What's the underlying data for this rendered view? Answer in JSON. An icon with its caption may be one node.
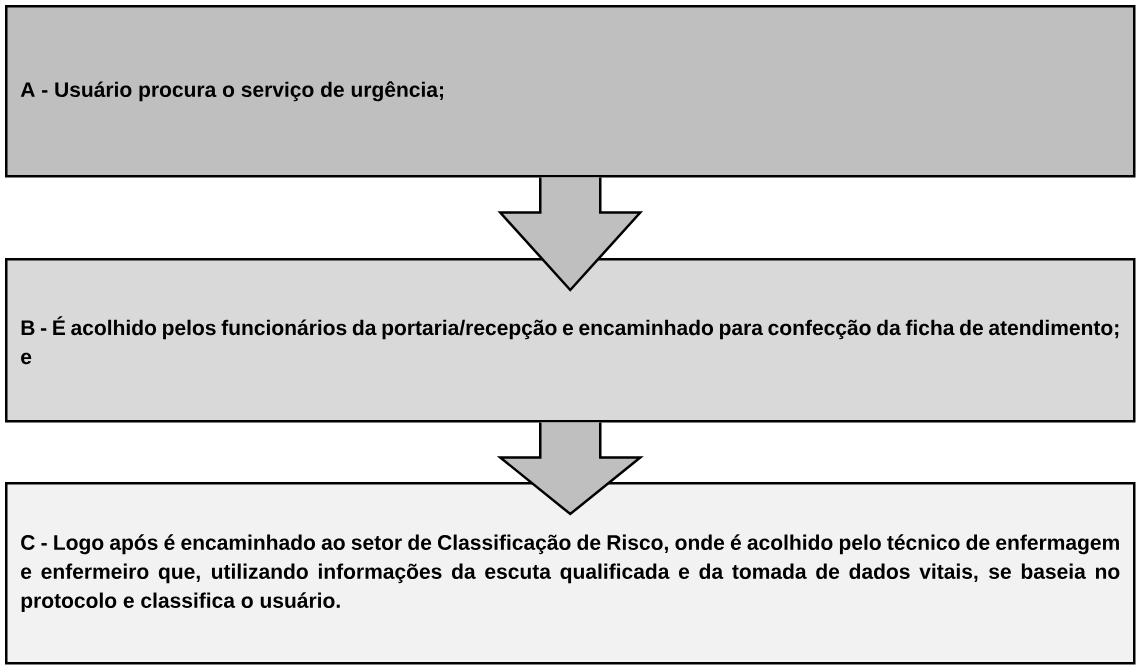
{
  "diagram": {
    "nodes": [
      {
        "text": [
          "A - Usuário procura o serviço de urgência;"
        ]
      },
      {
        "text": [
          "B - É acolhido pelos funcionários da portaria/recepção e encaminhado para confecção da ficha de atendimento; e"
        ]
      },
      {
        "text": [
          "C - Logo após é encaminhado ao setor de Classificação de Risco, onde é acolhido pelo técnico de enfermagem e enfermeiro que, utilizando informações da escuta qualificada e da tomada de dados vitais, se baseia no protocolo e classifica o usuário."
        ]
      }
    ],
    "edges": [
      {
        "from": 0,
        "to": 1,
        "arrow": "to"
      },
      {
        "from": 1,
        "to": 2,
        "arrow": "to"
      }
    ]
  }
}
